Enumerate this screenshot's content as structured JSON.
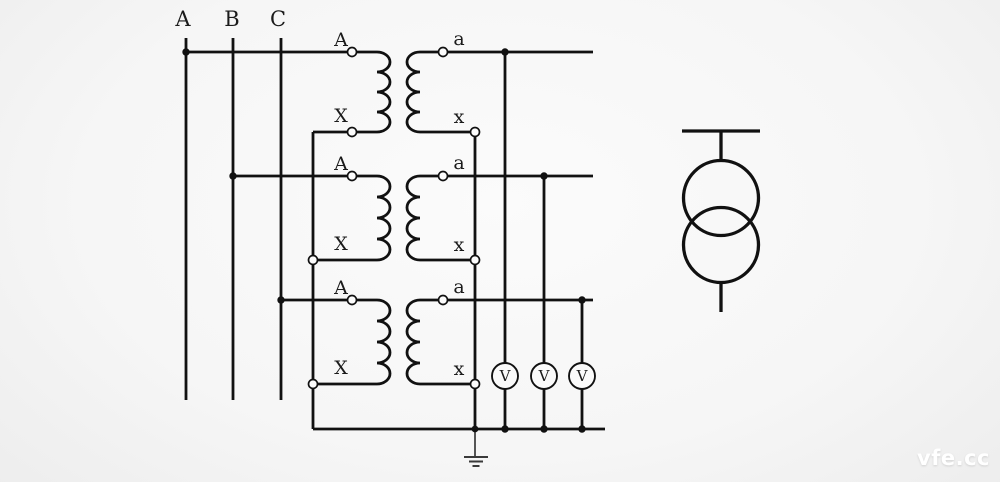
{
  "schematic": {
    "bus_labels": [
      "A",
      "B",
      "C"
    ],
    "transformers": [
      {
        "primary": {
          "top": "A",
          "bottom": "X"
        },
        "secondary": {
          "top": "a",
          "bottom": "x"
        }
      },
      {
        "primary": {
          "top": "A",
          "bottom": "X"
        },
        "secondary": {
          "top": "a",
          "bottom": "x"
        }
      },
      {
        "primary": {
          "top": "A",
          "bottom": "X"
        },
        "secondary": {
          "top": "a",
          "bottom": "x"
        }
      }
    ],
    "voltmeters": [
      {
        "label": "V"
      },
      {
        "label": "V"
      },
      {
        "label": "V"
      }
    ],
    "icons": {
      "ground": "earth-ground-icon",
      "right_symbol": "two-winding-transformer-icon",
      "terminal": "open-terminal-circle",
      "junction": "connection-dot"
    },
    "colors": {
      "wire": "#111111",
      "background": "#f2f2f2",
      "watermark": "#ffffff"
    }
  },
  "watermark": {
    "text": "vfe.cc"
  }
}
